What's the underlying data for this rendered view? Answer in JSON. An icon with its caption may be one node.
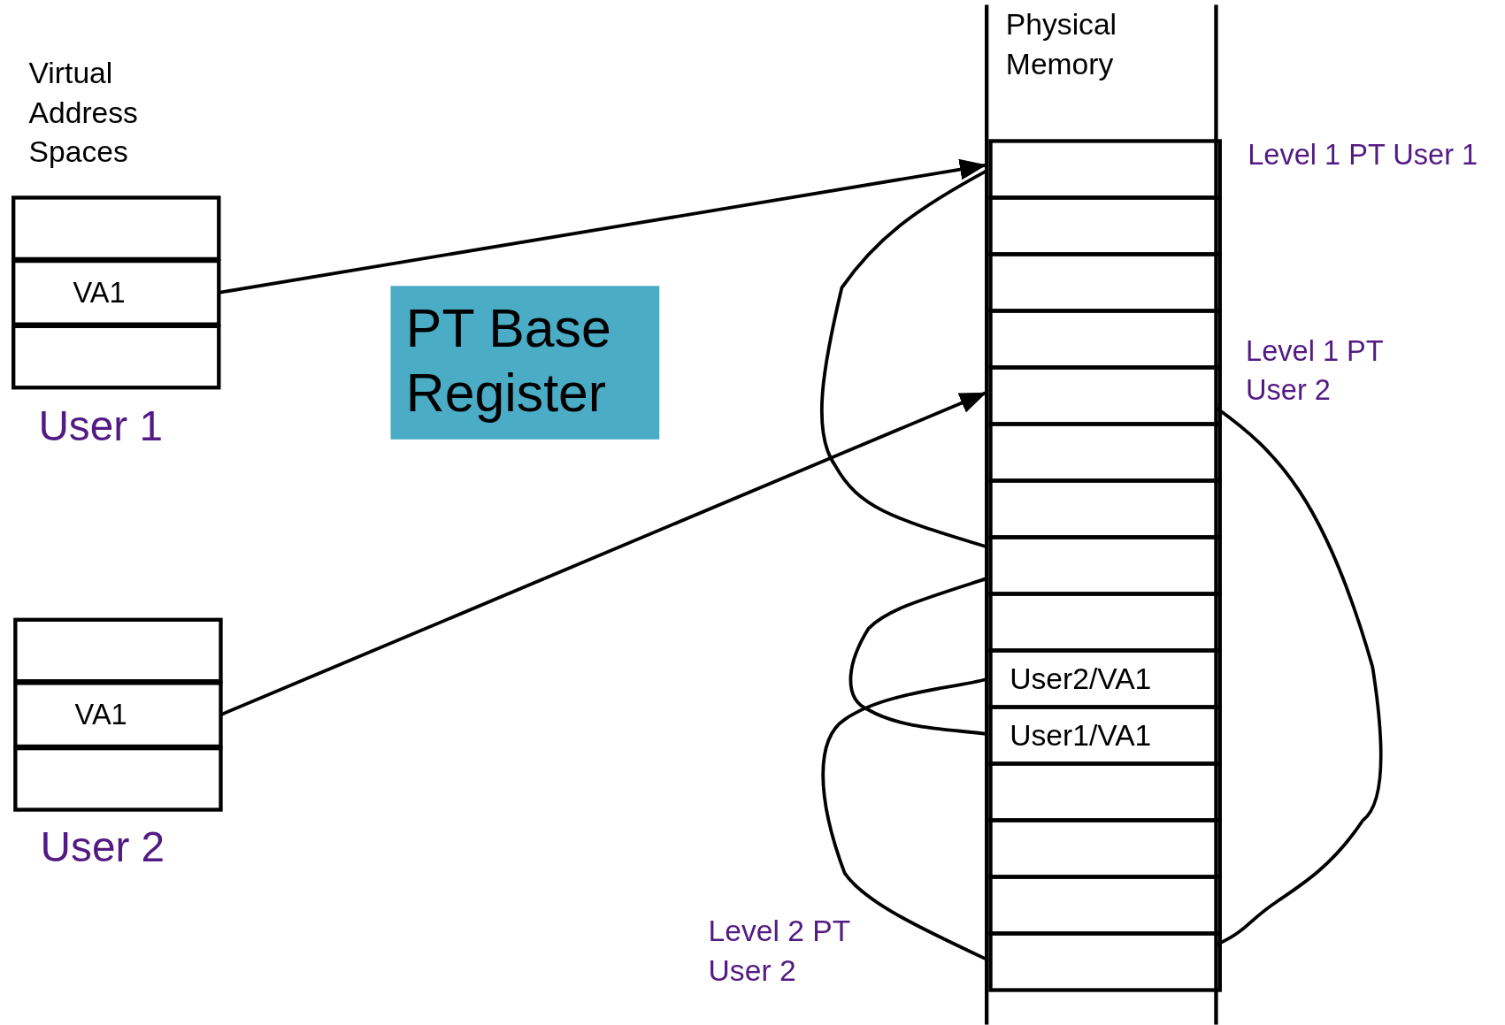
{
  "diagram": {
    "nodes": [
      {
        "text": [
          "User 1"
        ]
      },
      {
        "text": [],
        "shape": "box",
        "in": 0
      },
      {
        "text": [
          "VA1"
        ],
        "in": 0
      },
      {
        "text": [],
        "shape": "box",
        "in": 0
      },
      {
        "text": [
          "PT Base Register"
        ]
      },
      {
        "text": [
          "User 2"
        ]
      },
      {
        "text": [],
        "shape": "box",
        "in": 5
      },
      {
        "text": [
          "VA1"
        ],
        "in": 5
      },
      {
        "text": [],
        "shape": "box",
        "in": 5
      },
      {
        "text": [
          "Physical Memory"
        ]
      },
      {
        "text": [],
        "shape": "box",
        "in": 9,
        "beside": [
          "Level 1 PT User 1"
        ]
      },
      {
        "text": [],
        "shape": "box",
        "in": 9
      },
      {
        "text": [],
        "shape": "box",
        "in": 9
      },
      {
        "text": [],
        "shape": "box",
        "in": 9
      },
      {
        "text": [],
        "shape": "box",
        "in": 9,
        "beside": [
          "Level 1 PT User 2"
        ]
      },
      {
        "text": [],
        "shape": "box",
        "in": 9
      },
      {
        "text": [],
        "shape": "box",
        "in": 9
      },
      {
        "text": [],
        "shape": "box",
        "in": 9
      },
      {
        "text": [],
        "shape": "box",
        "in": 9
      },
      {
        "text": [
          "User2/VA1"
        ],
        "in": 9
      },
      {
        "text": [
          "User1/VA1"
        ],
        "in": 9
      },
      {
        "text": [],
        "shape": "box",
        "in": 9
      },
      {
        "text": [],
        "shape": "box",
        "in": 9
      },
      {
        "text": [],
        "shape": "box",
        "in": 9
      },
      {
        "text": [],
        "shape": "box",
        "in": 9
      }
    ],
    "edges": [
      {
        "from": 2,
        "to": 10,
        "arrow": "to"
      },
      {
        "from": 7,
        "to": 14,
        "arrow": "to"
      },
      {
        "from": 10,
        "to": 17,
        "arrow": "none"
      },
      {
        "from": 17,
        "to": 20,
        "arrow": "none"
      },
      {
        "from": 14,
        "to": 24,
        "arrow": "none"
      },
      {
        "from": 24,
        "to": 19,
        "arrow": "none"
      }
    ],
    "labels": [
      "Virtual Address Spaces",
      "Level 2 PT User 2"
    ]
  }
}
